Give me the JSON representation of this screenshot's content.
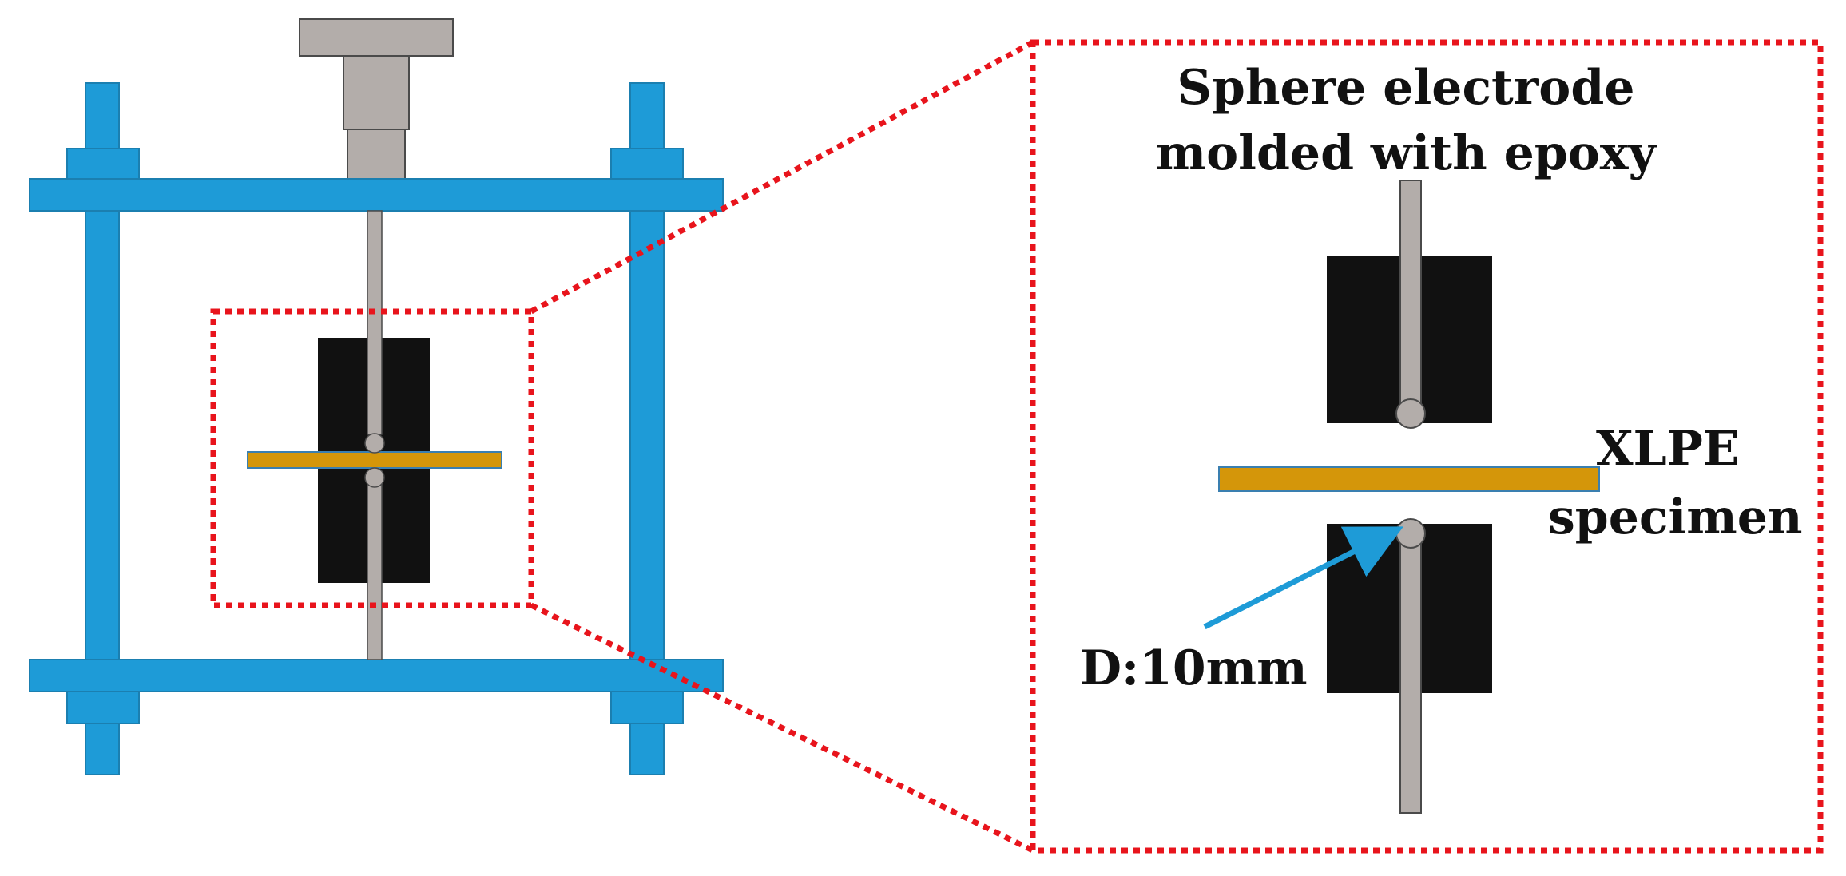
{
  "labels": {
    "electrode_line1": "Sphere electrode",
    "electrode_line2": "molded with epoxy",
    "specimen_line1": "XLPE",
    "specimen_line2": "specimen",
    "diameter": "D:10mm"
  },
  "colors": {
    "frame": "#1e9bd7",
    "epoxy": "#111111",
    "rod": "#b3adaa",
    "specimen": "#d4960a",
    "zoom_box": "#e8141c",
    "arrow": "#1e9bd7",
    "text": "#111111"
  },
  "icons": {
    "arrow": "arrow-pointer-icon"
  }
}
